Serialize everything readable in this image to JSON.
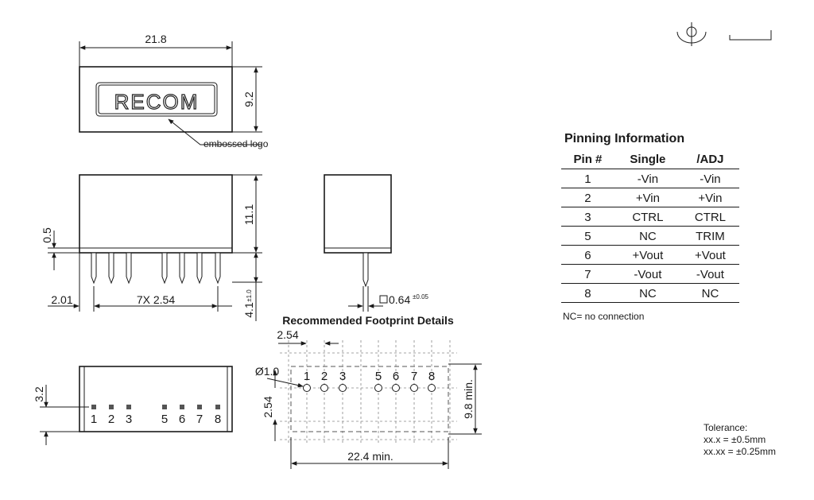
{
  "top_view": {
    "width_dim": "21.8",
    "height_dim": "9.2",
    "logo_text": "RECOM",
    "logo_callout": "embossed logo"
  },
  "side_view": {
    "height_dim": "11.1",
    "standoff_dim": "0.5",
    "pin_length_dim": "4.1",
    "pin_length_tol": "±1.0",
    "first_pin_dim": "2.01",
    "pitch_dim": "7X 2.54",
    "pin_section_dim": "0.64",
    "pin_section_tol": "±0.05"
  },
  "bottom_view": {
    "offset_dim": "3.2",
    "pin_labels": [
      "1",
      "2",
      "3",
      "5",
      "6",
      "7",
      "8"
    ]
  },
  "footprint": {
    "title": "Recommended Footprint Details",
    "pitch_dim": "2.54",
    "hole_dim": "Ø1.0",
    "row_dim": "2.54",
    "height_dim": "9.8 min.",
    "width_dim": "22.4 min.",
    "pin_labels": [
      "1",
      "2",
      "3",
      "5",
      "6",
      "7",
      "8"
    ]
  },
  "pinning": {
    "title": "Pinning Information",
    "headers": [
      "Pin #",
      "Single",
      "/ADJ"
    ],
    "rows": [
      [
        "1",
        "-Vin",
        "-Vin"
      ],
      [
        "2",
        "+Vin",
        "+Vin"
      ],
      [
        "3",
        "CTRL",
        "CTRL"
      ],
      [
        "5",
        "NC",
        "TRIM"
      ],
      [
        "6",
        "+Vout",
        "+Vout"
      ],
      [
        "7",
        "-Vout",
        "-Vout"
      ],
      [
        "8",
        "NC",
        "NC"
      ]
    ],
    "note": "NC= no connection"
  },
  "tolerance": {
    "title": "Tolerance:",
    "line1": "xx.x = ±0.5mm",
    "line2": "xx.xx = ±0.25mm"
  }
}
